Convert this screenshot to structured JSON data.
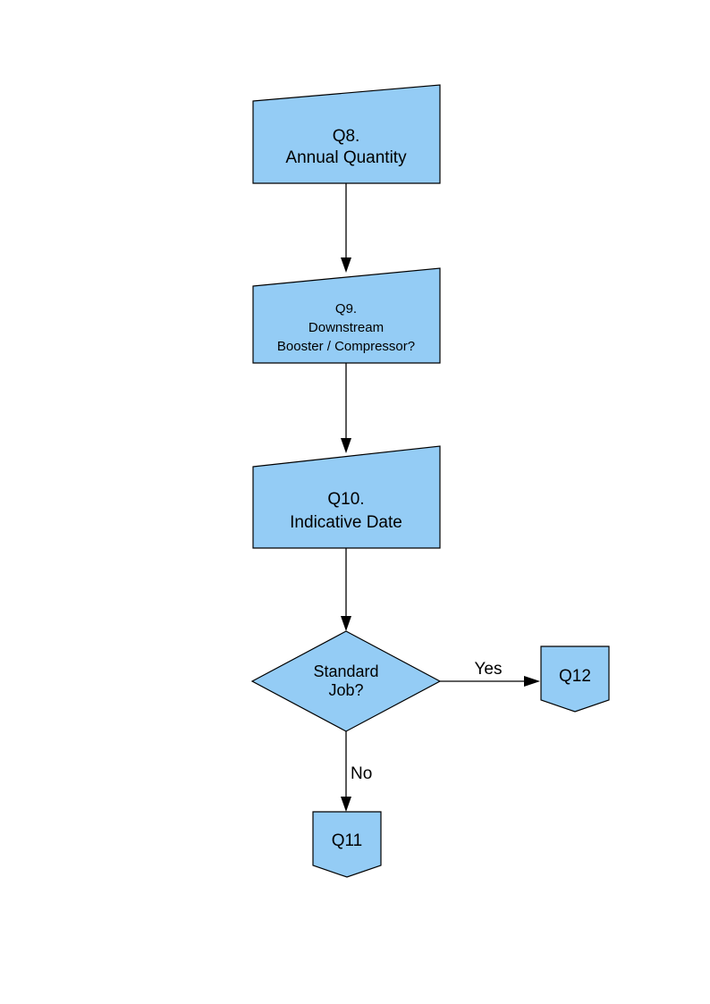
{
  "diagram": {
    "type": "flowchart",
    "title": "",
    "background_color": "#ffffff",
    "node_fill_color": "#94ccf5",
    "node_stroke_color": "#000000",
    "text_color": "#000000",
    "nodes": [
      {
        "id": "q8",
        "shape": "skewed-rectangle",
        "lines": [
          "Q8.",
          "Annual Quantity"
        ],
        "line1": "Q8.",
        "line2": "Annual Quantity"
      },
      {
        "id": "q9",
        "shape": "skewed-rectangle",
        "lines": [
          "Q9.",
          "Downstream",
          "Booster / Compressor?"
        ],
        "line1": "Q9.",
        "line2": "Downstream",
        "line3": "Booster / Compressor?"
      },
      {
        "id": "q10",
        "shape": "skewed-rectangle",
        "lines": [
          "Q10.",
          "Indicative Date"
        ],
        "line1": "Q10.",
        "line2": "Indicative Date"
      },
      {
        "id": "decision",
        "shape": "diamond",
        "lines": [
          "Standard",
          "Job?"
        ],
        "line1": "Standard",
        "line2": "Job?"
      },
      {
        "id": "q12",
        "shape": "pentagon-down",
        "lines": [
          "Q12"
        ],
        "line1": "Q12"
      },
      {
        "id": "q11",
        "shape": "pentagon-down",
        "lines": [
          "Q11"
        ],
        "line1": "Q11"
      }
    ],
    "edges": [
      {
        "id": "e1",
        "from": "q8",
        "to": "q9",
        "label": ""
      },
      {
        "id": "e2",
        "from": "q9",
        "to": "q10",
        "label": ""
      },
      {
        "id": "e3",
        "from": "q10",
        "to": "decision",
        "label": ""
      },
      {
        "id": "e4",
        "from": "decision",
        "to": "q12",
        "label": "Yes"
      },
      {
        "id": "e5",
        "from": "decision",
        "to": "q11",
        "label": "No"
      }
    ]
  }
}
